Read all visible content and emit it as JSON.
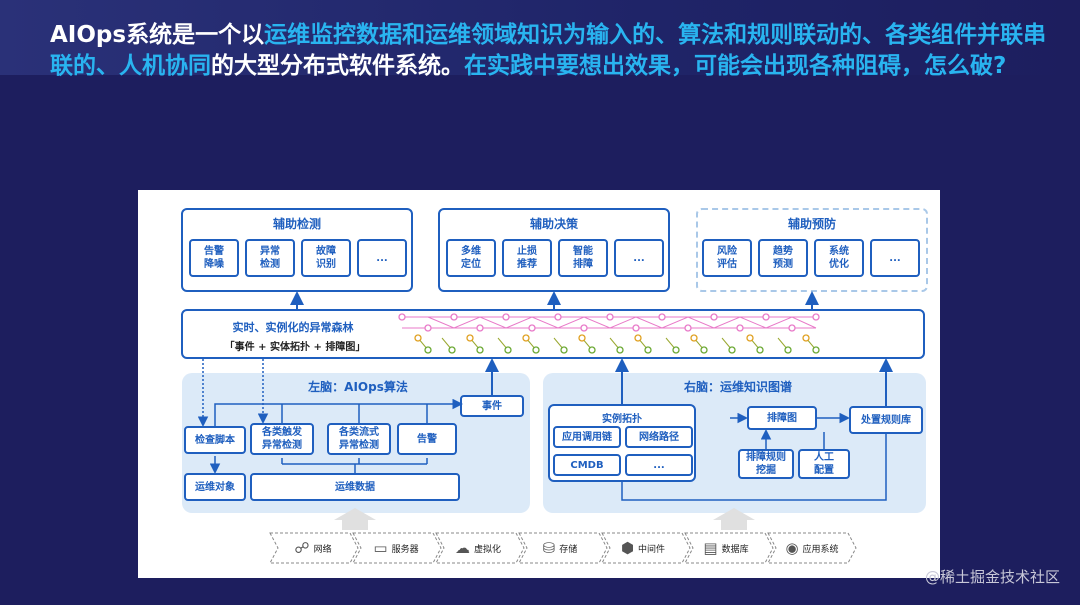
{
  "title": {
    "p1": "AIOps系统是一个以",
    "p2": "运维监控数据和运维领域知识为输入的、算法和规则联动的、各类组件并联串联的、人机协同",
    "p3": "的大型分布式软件系统。",
    "p4": "在实践中要想出效果，可能会出现各种阻碍，怎么破?"
  },
  "top": [
    {
      "title": "辅助检测",
      "items": [
        "告警\n降噪",
        "异常\n检测",
        "故障\n识别",
        "..."
      ]
    },
    {
      "title": "辅助决策",
      "items": [
        "多维\n定位",
        "止损\n推荐",
        "智能\n排障",
        "..."
      ]
    },
    {
      "title": "辅助预防",
      "items": [
        "风险\n评估",
        "趋势\n预测",
        "系统\n优化",
        "..."
      ]
    }
  ],
  "forest": {
    "label": "实时、实例化的异常森林",
    "sub": "「事件 + 实体拓扑 + 排障图」"
  },
  "left": {
    "title": "左脑：AIOps算法",
    "event": "事件",
    "check": "检查脚本",
    "trigger": "各类触发\n异常检测",
    "stream": "各类流式\n异常检测",
    "alarm": "告警",
    "target": "运维对象",
    "data": "运维数据"
  },
  "right": {
    "title": "右脑：运维知识图谱",
    "topo": "实例拓扑",
    "chain": "应用调用链",
    "net": "网络路径",
    "cmdb": "CMDB",
    "more": "...",
    "graph": "排障图",
    "rules": "处置规则库",
    "mine": "排障规则\n挖掘",
    "manual": "人工\n配置"
  },
  "infra": [
    {
      "icon": "network-icon",
      "label": "网络"
    },
    {
      "icon": "server-icon",
      "label": "服务器"
    },
    {
      "icon": "cloud-icon",
      "label": "虚拟化"
    },
    {
      "icon": "storage-icon",
      "label": "存储"
    },
    {
      "icon": "middleware-icon",
      "label": "中间件"
    },
    {
      "icon": "database-icon",
      "label": "数据库"
    },
    {
      "icon": "app-icon",
      "label": "应用系统"
    }
  ],
  "watermark": "@稀土掘金技术社区",
  "colors": {
    "background": "#1d1e5e",
    "highlight": "#29b4f0",
    "box": "#1f5fbf",
    "region": "#dceaf8"
  }
}
